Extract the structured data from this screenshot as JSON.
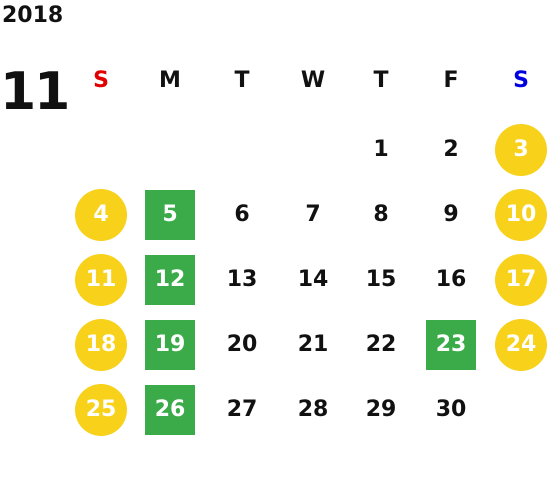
{
  "header": {
    "year": "2018",
    "month": "11"
  },
  "weekdays": [
    {
      "label": "S",
      "color": "#e00000"
    },
    {
      "label": "M",
      "color": "#111111"
    },
    {
      "label": "T",
      "color": "#111111"
    },
    {
      "label": "W",
      "color": "#111111"
    },
    {
      "label": "T",
      "color": "#111111"
    },
    {
      "label": "F",
      "color": "#111111"
    },
    {
      "label": "S",
      "color": "#0000e0"
    }
  ],
  "colors": {
    "weekend_circle": "#f7d11a",
    "holiday_square": "#3aab48"
  },
  "days": [
    {
      "day": "1",
      "col": 4,
      "row": 0,
      "style": "plain"
    },
    {
      "day": "2",
      "col": 5,
      "row": 0,
      "style": "plain"
    },
    {
      "day": "3",
      "col": 6,
      "row": 0,
      "style": "circle"
    },
    {
      "day": "4",
      "col": 0,
      "row": 1,
      "style": "circle"
    },
    {
      "day": "5",
      "col": 1,
      "row": 1,
      "style": "square"
    },
    {
      "day": "6",
      "col": 2,
      "row": 1,
      "style": "plain"
    },
    {
      "day": "7",
      "col": 3,
      "row": 1,
      "style": "plain"
    },
    {
      "day": "8",
      "col": 4,
      "row": 1,
      "style": "plain"
    },
    {
      "day": "9",
      "col": 5,
      "row": 1,
      "style": "plain"
    },
    {
      "day": "10",
      "col": 6,
      "row": 1,
      "style": "circle"
    },
    {
      "day": "11",
      "col": 0,
      "row": 2,
      "style": "circle"
    },
    {
      "day": "12",
      "col": 1,
      "row": 2,
      "style": "square"
    },
    {
      "day": "13",
      "col": 2,
      "row": 2,
      "style": "plain"
    },
    {
      "day": "14",
      "col": 3,
      "row": 2,
      "style": "plain"
    },
    {
      "day": "15",
      "col": 4,
      "row": 2,
      "style": "plain"
    },
    {
      "day": "16",
      "col": 5,
      "row": 2,
      "style": "plain"
    },
    {
      "day": "17",
      "col": 6,
      "row": 2,
      "style": "circle"
    },
    {
      "day": "18",
      "col": 0,
      "row": 3,
      "style": "circle"
    },
    {
      "day": "19",
      "col": 1,
      "row": 3,
      "style": "square"
    },
    {
      "day": "20",
      "col": 2,
      "row": 3,
      "style": "plain"
    },
    {
      "day": "21",
      "col": 3,
      "row": 3,
      "style": "plain"
    },
    {
      "day": "22",
      "col": 4,
      "row": 3,
      "style": "plain"
    },
    {
      "day": "23",
      "col": 5,
      "row": 3,
      "style": "square"
    },
    {
      "day": "24",
      "col": 6,
      "row": 3,
      "style": "circle"
    },
    {
      "day": "25",
      "col": 0,
      "row": 4,
      "style": "circle"
    },
    {
      "day": "26",
      "col": 1,
      "row": 4,
      "style": "square"
    },
    {
      "day": "27",
      "col": 2,
      "row": 4,
      "style": "plain"
    },
    {
      "day": "28",
      "col": 3,
      "row": 4,
      "style": "plain"
    },
    {
      "day": "29",
      "col": 4,
      "row": 4,
      "style": "plain"
    },
    {
      "day": "30",
      "col": 5,
      "row": 4,
      "style": "plain"
    }
  ]
}
